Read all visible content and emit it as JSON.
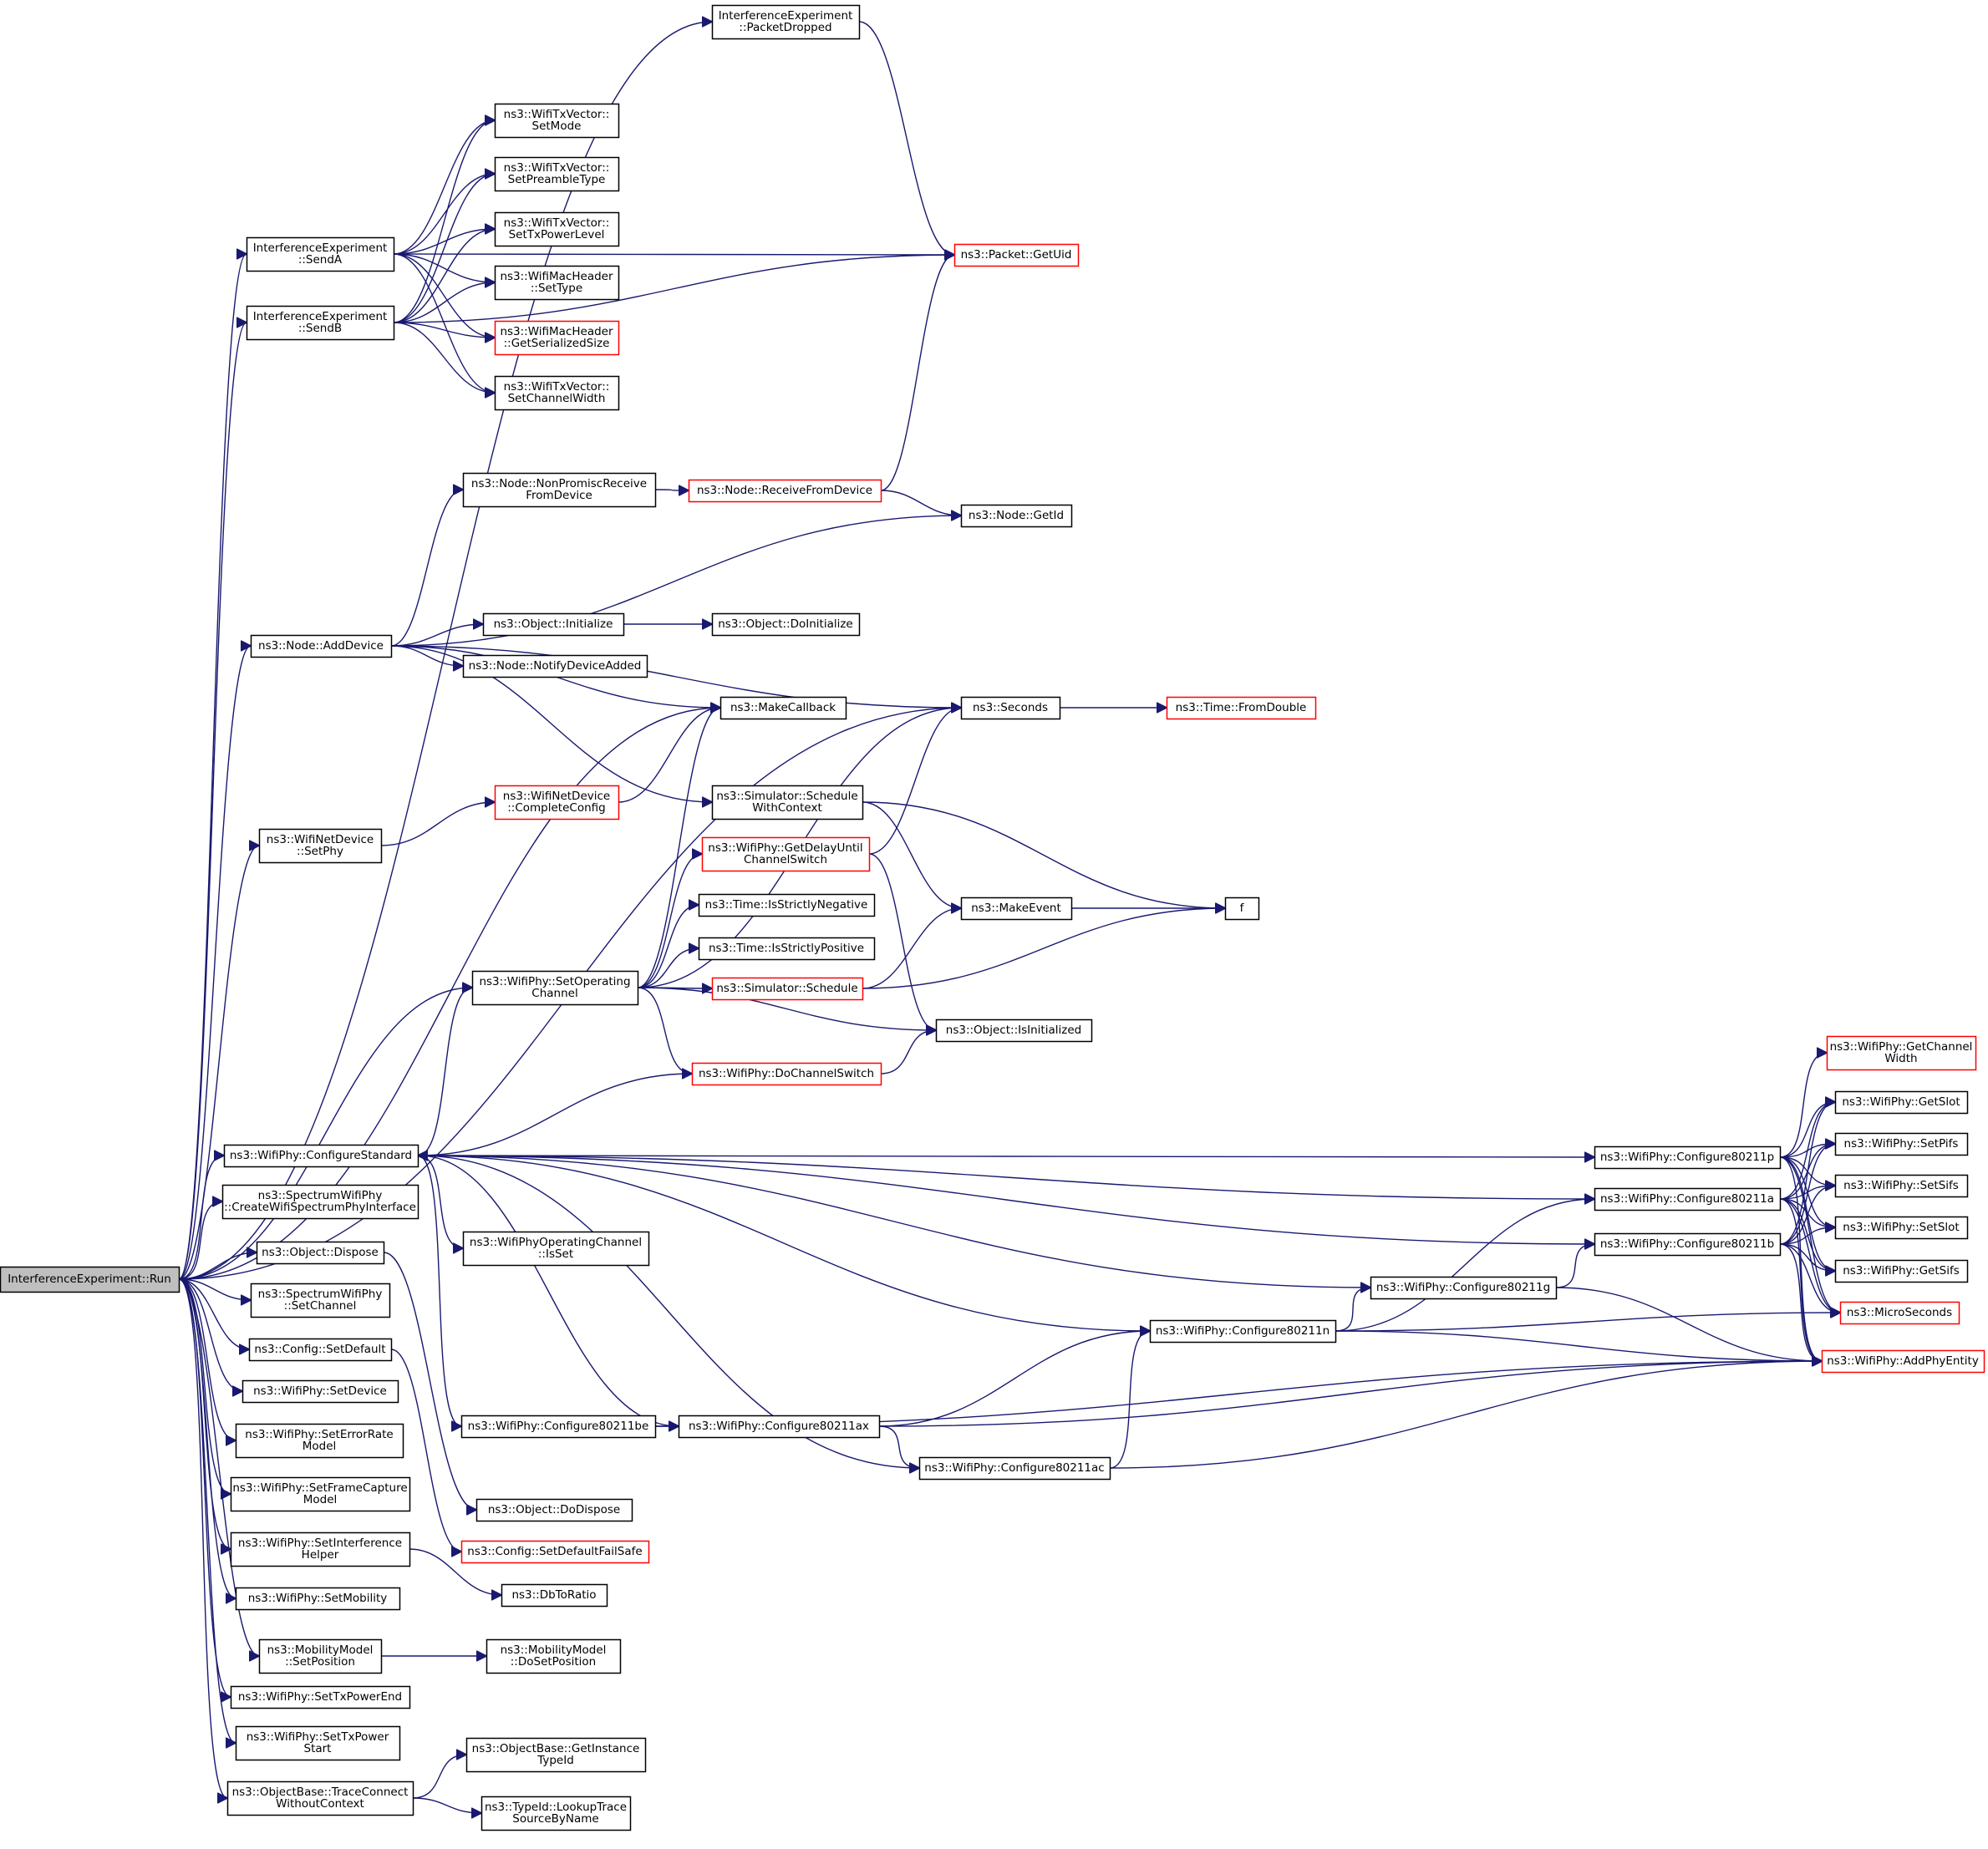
{
  "colors": {
    "edge": "#191970",
    "node_border": "#000000",
    "node_border_external": "#ff0000",
    "root_fill": "#bfbfbf",
    "background": "#ffffff"
  },
  "nodes": [
    {
      "id": "root",
      "lines": [
        "InterferenceExperiment::Run"
      ],
      "root": true
    },
    {
      "id": "PacketDropped",
      "lines": [
        "InterferenceExperiment",
        "::PacketDropped"
      ]
    },
    {
      "id": "SendA",
      "lines": [
        "InterferenceExperiment",
        "::SendA"
      ]
    },
    {
      "id": "SendB",
      "lines": [
        "InterferenceExperiment",
        "::SendB"
      ]
    },
    {
      "id": "SetMode",
      "lines": [
        "ns3::WifiTxVector::",
        "SetMode"
      ]
    },
    {
      "id": "SetPreambleType",
      "lines": [
        "ns3::WifiTxVector::",
        "SetPreambleType"
      ]
    },
    {
      "id": "SetTxPowerLevel",
      "lines": [
        "ns3::WifiTxVector::",
        "SetTxPowerLevel"
      ]
    },
    {
      "id": "SetType",
      "lines": [
        "ns3::WifiMacHeader",
        "::SetType"
      ]
    },
    {
      "id": "GetSerializedSize",
      "lines": [
        "ns3::WifiMacHeader",
        "::GetSerializedSize"
      ],
      "external": true
    },
    {
      "id": "SetChannelWidth",
      "lines": [
        "ns3::WifiTxVector::",
        "SetChannelWidth"
      ]
    },
    {
      "id": "GetUid",
      "lines": [
        "ns3::Packet::GetUid"
      ],
      "external": true
    },
    {
      "id": "NonPromisc",
      "lines": [
        "ns3::Node::NonPromiscReceive",
        "FromDevice"
      ]
    },
    {
      "id": "ReceiveFromDevice",
      "lines": [
        "ns3::Node::ReceiveFromDevice"
      ],
      "external": true
    },
    {
      "id": "GetId",
      "lines": [
        "ns3::Node::GetId"
      ]
    },
    {
      "id": "AddDevice",
      "lines": [
        "ns3::Node::AddDevice"
      ]
    },
    {
      "id": "Initialize",
      "lines": [
        "ns3::Object::Initialize"
      ]
    },
    {
      "id": "DoInitialize",
      "lines": [
        "ns3::Object::DoInitialize"
      ]
    },
    {
      "id": "NotifyDeviceAdded",
      "lines": [
        "ns3::Node::NotifyDeviceAdded"
      ]
    },
    {
      "id": "MakeCallback",
      "lines": [
        "ns3::MakeCallback"
      ]
    },
    {
      "id": "Seconds",
      "lines": [
        "ns3::Seconds"
      ]
    },
    {
      "id": "FromDouble",
      "lines": [
        "ns3::Time::FromDouble"
      ],
      "external": true
    },
    {
      "id": "CompleteConfig",
      "lines": [
        "ns3::WifiNetDevice",
        "::CompleteConfig"
      ],
      "external": true
    },
    {
      "id": "SetPhy",
      "lines": [
        "ns3::WifiNetDevice",
        "::SetPhy"
      ]
    },
    {
      "id": "ScheduleWithContext",
      "lines": [
        "ns3::Simulator::Schedule",
        "WithContext"
      ]
    },
    {
      "id": "GetDelayUntil",
      "lines": [
        "ns3::WifiPhy::GetDelayUntil",
        "ChannelSwitch"
      ],
      "external": true
    },
    {
      "id": "IsStrictlyNegative",
      "lines": [
        "ns3::Time::IsStrictlyNegative"
      ]
    },
    {
      "id": "IsStrictlyPositive",
      "lines": [
        "ns3::Time::IsStrictlyPositive"
      ]
    },
    {
      "id": "MakeEvent",
      "lines": [
        "ns3::MakeEvent"
      ]
    },
    {
      "id": "f",
      "lines": [
        "f"
      ]
    },
    {
      "id": "SetOperatingChannel",
      "lines": [
        "ns3::WifiPhy::SetOperating",
        "Channel"
      ]
    },
    {
      "id": "Schedule",
      "lines": [
        "ns3::Simulator::Schedule"
      ],
      "external": true
    },
    {
      "id": "IsInitialized",
      "lines": [
        "ns3::Object::IsInitialized"
      ]
    },
    {
      "id": "DoChannelSwitch",
      "lines": [
        "ns3::WifiPhy::DoChannelSwitch"
      ],
      "external": true
    },
    {
      "id": "GetChannelWidth",
      "lines": [
        "ns3::WifiPhy::GetChannel",
        "Width"
      ],
      "external": true
    },
    {
      "id": "GetSlot",
      "lines": [
        "ns3::WifiPhy::GetSlot"
      ]
    },
    {
      "id": "SetPifs",
      "lines": [
        "ns3::WifiPhy::SetPifs"
      ]
    },
    {
      "id": "SetSifs",
      "lines": [
        "ns3::WifiPhy::SetSifs"
      ]
    },
    {
      "id": "SetSlot",
      "lines": [
        "ns3::WifiPhy::SetSlot"
      ]
    },
    {
      "id": "GetSifs",
      "lines": [
        "ns3::WifiPhy::GetSifs"
      ]
    },
    {
      "id": "MicroSeconds",
      "lines": [
        "ns3::MicroSeconds"
      ],
      "external": true
    },
    {
      "id": "AddPhyEntity",
      "lines": [
        "ns3::WifiPhy::AddPhyEntity"
      ],
      "external": true
    },
    {
      "id": "ConfigureStandard",
      "lines": [
        "ns3::WifiPhy::ConfigureStandard"
      ]
    },
    {
      "id": "C80211p",
      "lines": [
        "ns3::WifiPhy::Configure80211p"
      ]
    },
    {
      "id": "C80211a",
      "lines": [
        "ns3::WifiPhy::Configure80211a"
      ]
    },
    {
      "id": "C80211b",
      "lines": [
        "ns3::WifiPhy::Configure80211b"
      ]
    },
    {
      "id": "C80211g",
      "lines": [
        "ns3::WifiPhy::Configure80211g"
      ]
    },
    {
      "id": "C80211n",
      "lines": [
        "ns3::WifiPhy::Configure80211n"
      ]
    },
    {
      "id": "C80211ax",
      "lines": [
        "ns3::WifiPhy::Configure80211ax"
      ]
    },
    {
      "id": "C80211ac",
      "lines": [
        "ns3::WifiPhy::Configure80211ac"
      ]
    },
    {
      "id": "C80211be",
      "lines": [
        "ns3::WifiPhy::Configure80211be"
      ]
    },
    {
      "id": "CreateWifiSpectrum",
      "lines": [
        "ns3::SpectrumWifiPhy",
        "::CreateWifiSpectrumPhyInterface"
      ]
    },
    {
      "id": "OCIsSet",
      "lines": [
        "ns3::WifiPhyOperatingChannel",
        "::IsSet"
      ]
    },
    {
      "id": "Dispose",
      "lines": [
        "ns3::Object::Dispose"
      ]
    },
    {
      "id": "SetChannel",
      "lines": [
        "ns3::SpectrumWifiPhy",
        "::SetChannel"
      ]
    },
    {
      "id": "SetDefault",
      "lines": [
        "ns3::Config::SetDefault"
      ]
    },
    {
      "id": "SetDevice",
      "lines": [
        "ns3::WifiPhy::SetDevice"
      ]
    },
    {
      "id": "SetErrorRateModel",
      "lines": [
        "ns3::WifiPhy::SetErrorRate",
        "Model"
      ]
    },
    {
      "id": "SetFrameCaptureModel",
      "lines": [
        "ns3::WifiPhy::SetFrameCapture",
        "Model"
      ]
    },
    {
      "id": "SetInterferenceHelper",
      "lines": [
        "ns3::WifiPhy::SetInterference",
        "Helper"
      ]
    },
    {
      "id": "DoDispose",
      "lines": [
        "ns3::Object::DoDispose"
      ]
    },
    {
      "id": "SetDefaultFailSafe",
      "lines": [
        "ns3::Config::SetDefaultFailSafe"
      ],
      "external": true
    },
    {
      "id": "DbToRatio",
      "lines": [
        "ns3::DbToRatio"
      ]
    },
    {
      "id": "SetMobility",
      "lines": [
        "ns3::WifiPhy::SetMobility"
      ]
    },
    {
      "id": "SetPosition",
      "lines": [
        "ns3::MobilityModel",
        "::SetPosition"
      ]
    },
    {
      "id": "DoSetPosition",
      "lines": [
        "ns3::MobilityModel",
        "::DoSetPosition"
      ]
    },
    {
      "id": "SetTxPowerEnd",
      "lines": [
        "ns3::WifiPhy::SetTxPowerEnd"
      ]
    },
    {
      "id": "SetTxPowerStart",
      "lines": [
        "ns3::WifiPhy::SetTxPower",
        "Start"
      ]
    },
    {
      "id": "TraceConnect",
      "lines": [
        "ns3::ObjectBase::TraceConnect",
        "WithoutContext"
      ]
    },
    {
      "id": "GetInstanceTypeId",
      "lines": [
        "ns3::ObjectBase::GetInstance",
        "TypeId"
      ]
    },
    {
      "id": "LookupTrace",
      "lines": [
        "ns3::TypeId::LookupTrace",
        "SourceByName"
      ]
    }
  ],
  "edges": [
    [
      "root",
      "PacketDropped"
    ],
    [
      "root",
      "SendA"
    ],
    [
      "root",
      "SendB"
    ],
    [
      "root",
      "AddDevice"
    ],
    [
      "root",
      "MakeCallback"
    ],
    [
      "root",
      "Seconds"
    ],
    [
      "root",
      "SetPhy"
    ],
    [
      "root",
      "SetOperatingChannel"
    ],
    [
      "root",
      "ConfigureStandard"
    ],
    [
      "root",
      "CreateWifiSpectrum"
    ],
    [
      "root",
      "Dispose"
    ],
    [
      "root",
      "SetChannel"
    ],
    [
      "root",
      "SetDefault"
    ],
    [
      "root",
      "SetDevice"
    ],
    [
      "root",
      "SetErrorRateModel"
    ],
    [
      "root",
      "SetFrameCaptureModel"
    ],
    [
      "root",
      "SetInterferenceHelper"
    ],
    [
      "root",
      "SetMobility"
    ],
    [
      "root",
      "SetPosition"
    ],
    [
      "root",
      "SetTxPowerEnd"
    ],
    [
      "root",
      "SetTxPowerStart"
    ],
    [
      "root",
      "TraceConnect"
    ],
    [
      "PacketDropped",
      "GetUid"
    ],
    [
      "SendA",
      "GetUid"
    ],
    [
      "SendA",
      "SetMode"
    ],
    [
      "SendA",
      "SetPreambleType"
    ],
    [
      "SendA",
      "SetTxPowerLevel"
    ],
    [
      "SendA",
      "SetType"
    ],
    [
      "SendA",
      "GetSerializedSize"
    ],
    [
      "SendA",
      "SetChannelWidth"
    ],
    [
      "SendB",
      "GetUid"
    ],
    [
      "SendB",
      "SetMode"
    ],
    [
      "SendB",
      "SetPreambleType"
    ],
    [
      "SendB",
      "SetTxPowerLevel"
    ],
    [
      "SendB",
      "SetType"
    ],
    [
      "SendB",
      "GetSerializedSize"
    ],
    [
      "SendB",
      "SetChannelWidth"
    ],
    [
      "NonPromisc",
      "ReceiveFromDevice"
    ],
    [
      "ReceiveFromDevice",
      "GetUid"
    ],
    [
      "ReceiveFromDevice",
      "GetId"
    ],
    [
      "AddDevice",
      "NonPromisc"
    ],
    [
      "AddDevice",
      "GetId"
    ],
    [
      "AddDevice",
      "Seconds"
    ],
    [
      "AddDevice",
      "Initialize"
    ],
    [
      "AddDevice",
      "NotifyDeviceAdded"
    ],
    [
      "AddDevice",
      "MakeCallback"
    ],
    [
      "AddDevice",
      "ScheduleWithContext"
    ],
    [
      "Initialize",
      "DoInitialize"
    ],
    [
      "Seconds",
      "FromDouble"
    ],
    [
      "SetPhy",
      "CompleteConfig"
    ],
    [
      "CompleteConfig",
      "MakeCallback"
    ],
    [
      "ScheduleWithContext",
      "MakeEvent"
    ],
    [
      "ScheduleWithContext",
      "f"
    ],
    [
      "GetDelayUntil",
      "Seconds"
    ],
    [
      "GetDelayUntil",
      "IsInitialized"
    ],
    [
      "MakeEvent",
      "f"
    ],
    [
      "Schedule",
      "MakeEvent"
    ],
    [
      "Schedule",
      "f"
    ],
    [
      "SetOperatingChannel",
      "MakeCallback"
    ],
    [
      "SetOperatingChannel",
      "Seconds"
    ],
    [
      "SetOperatingChannel",
      "GetDelayUntil"
    ],
    [
      "SetOperatingChannel",
      "IsStrictlyNegative"
    ],
    [
      "SetOperatingChannel",
      "IsStrictlyPositive"
    ],
    [
      "SetOperatingChannel",
      "Schedule"
    ],
    [
      "SetOperatingChannel",
      "IsInitialized"
    ],
    [
      "SetOperatingChannel",
      "DoChannelSwitch"
    ],
    [
      "DoChannelSwitch",
      "IsInitialized"
    ],
    [
      "DoChannelSwitch",
      "ConfigureStandard"
    ],
    [
      "ConfigureStandard",
      "SetOperatingChannel"
    ],
    [
      "ConfigureStandard",
      "C80211p"
    ],
    [
      "ConfigureStandard",
      "C80211a"
    ],
    [
      "ConfigureStandard",
      "C80211b"
    ],
    [
      "ConfigureStandard",
      "C80211g"
    ],
    [
      "ConfigureStandard",
      "C80211n"
    ],
    [
      "ConfigureStandard",
      "C80211ax"
    ],
    [
      "ConfigureStandard",
      "C80211ac"
    ],
    [
      "ConfigureStandard",
      "C80211be"
    ],
    [
      "ConfigureStandard",
      "OCIsSet"
    ],
    [
      "C80211p",
      "GetChannelWidth"
    ],
    [
      "C80211p",
      "GetSlot"
    ],
    [
      "C80211p",
      "SetPifs"
    ],
    [
      "C80211p",
      "SetSifs"
    ],
    [
      "C80211p",
      "SetSlot"
    ],
    [
      "C80211p",
      "GetSifs"
    ],
    [
      "C80211p",
      "MicroSeconds"
    ],
    [
      "C80211p",
      "AddPhyEntity"
    ],
    [
      "C80211a",
      "GetSlot"
    ],
    [
      "C80211a",
      "SetPifs"
    ],
    [
      "C80211a",
      "SetSifs"
    ],
    [
      "C80211a",
      "SetSlot"
    ],
    [
      "C80211a",
      "GetSifs"
    ],
    [
      "C80211a",
      "MicroSeconds"
    ],
    [
      "C80211a",
      "AddPhyEntity"
    ],
    [
      "C80211b",
      "GetSlot"
    ],
    [
      "C80211b",
      "SetPifs"
    ],
    [
      "C80211b",
      "SetSifs"
    ],
    [
      "C80211b",
      "SetSlot"
    ],
    [
      "C80211b",
      "GetSifs"
    ],
    [
      "C80211b",
      "MicroSeconds"
    ],
    [
      "C80211b",
      "AddPhyEntity"
    ],
    [
      "C80211g",
      "C80211b"
    ],
    [
      "C80211g",
      "AddPhyEntity"
    ],
    [
      "C80211n",
      "C80211a"
    ],
    [
      "C80211n",
      "C80211g"
    ],
    [
      "C80211n",
      "MicroSeconds"
    ],
    [
      "C80211n",
      "AddPhyEntity"
    ],
    [
      "C80211ax",
      "C80211n"
    ],
    [
      "C80211ax",
      "C80211ac"
    ],
    [
      "C80211ax",
      "AddPhyEntity"
    ],
    [
      "C80211ac",
      "C80211n"
    ],
    [
      "C80211ac",
      "AddPhyEntity"
    ],
    [
      "C80211be",
      "C80211ax"
    ],
    [
      "C80211be",
      "AddPhyEntity"
    ],
    [
      "Dispose",
      "DoDispose"
    ],
    [
      "SetDefault",
      "SetDefaultFailSafe"
    ],
    [
      "SetInterferenceHelper",
      "DbToRatio"
    ],
    [
      "SetPosition",
      "DoSetPosition"
    ],
    [
      "TraceConnect",
      "GetInstanceTypeId"
    ],
    [
      "TraceConnect",
      "LookupTrace"
    ]
  ]
}
